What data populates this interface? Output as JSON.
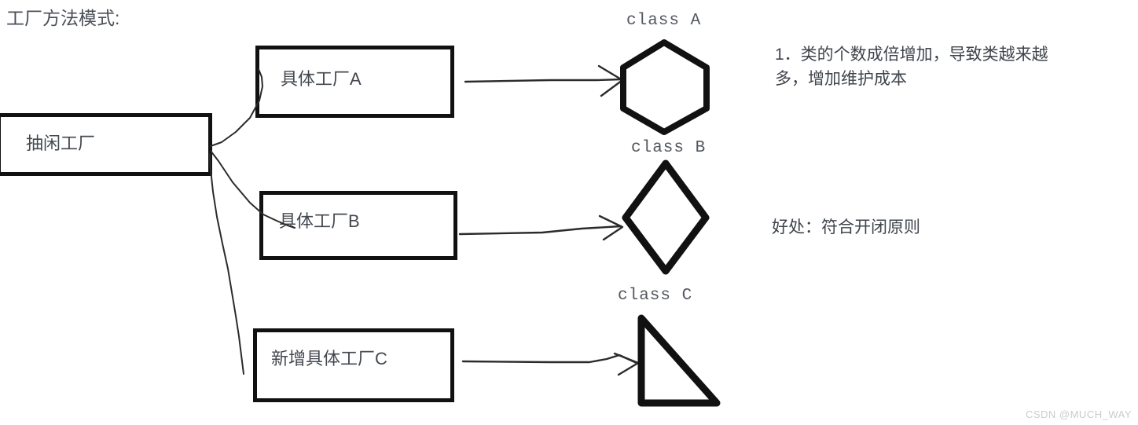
{
  "page": {
    "title_text": "工厂方法模式:",
    "background": "#ffffff",
    "stroke_color": "#111111",
    "text_color": "#3f444b",
    "watermark": "CSDN @MUCH_WAY"
  },
  "diagram": {
    "root_box": {
      "label": "抽闲工厂"
    },
    "factory_boxes": [
      {
        "label": "具体工厂A"
      },
      {
        "label": "具体工厂B"
      },
      {
        "label": "新增具体工厂C"
      }
    ],
    "product_shapes": [
      {
        "name": "hexagon",
        "label": "class A"
      },
      {
        "name": "diamond",
        "label": "class B"
      },
      {
        "name": "triangle",
        "label": "class C"
      }
    ]
  },
  "notes": [
    {
      "text": "1．类的个数成倍增加，导致类越来越\n多，增加维护成本"
    },
    {
      "text": "好处：符合开闭原则"
    }
  ]
}
